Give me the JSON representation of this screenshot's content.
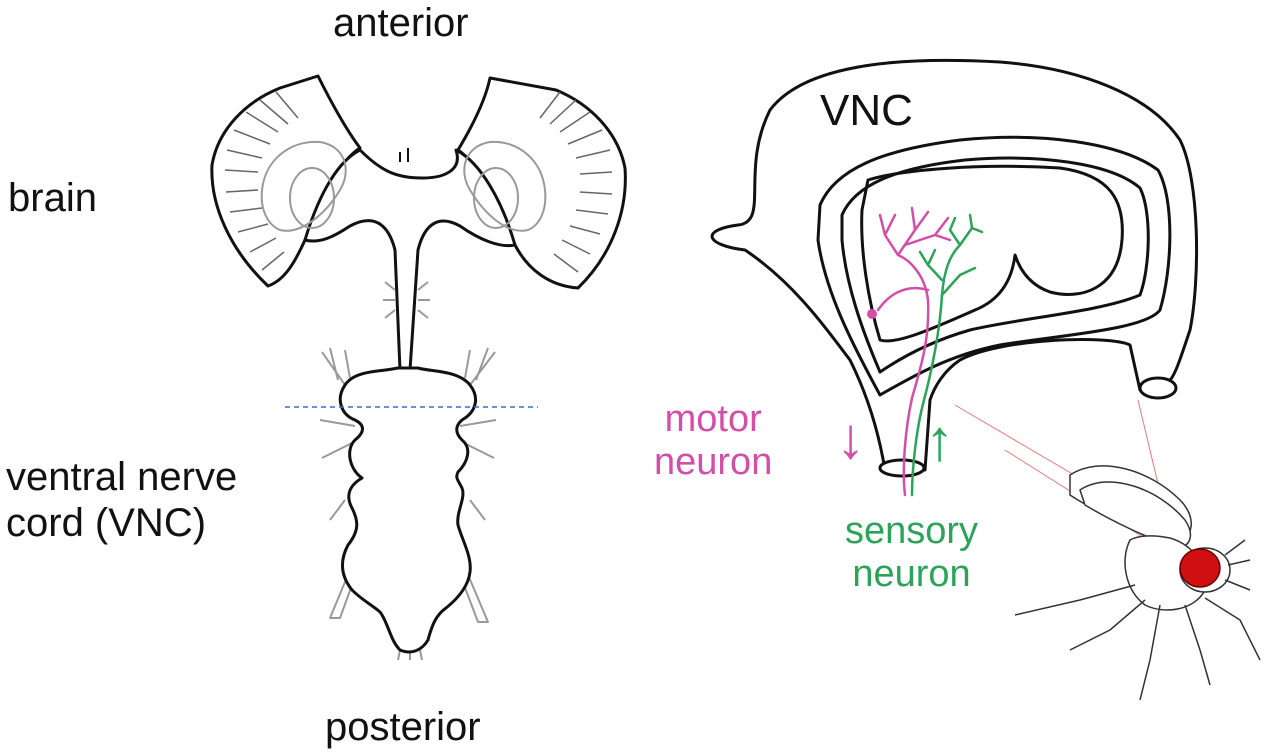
{
  "labels": {
    "anterior": "anterior",
    "brain": "brain",
    "vnc_line1": "ventral nerve",
    "vnc_line2": "cord (VNC)",
    "posterior": "posterior",
    "vnc_section": "VNC",
    "motor_line1": "motor",
    "motor_line2": "neuron",
    "sensory_line1": "sensory",
    "sensory_line2": "neuron",
    "arrow_down": "↓",
    "arrow_up": "↑"
  },
  "colors": {
    "outline": "#111111",
    "motor": "#d24fa8",
    "sensory": "#2da35a",
    "section_line": "#3a6fd8",
    "projection": "#e05a5a",
    "fly_eye": "#d01010"
  },
  "icons": {
    "fly": "fly-icon"
  }
}
